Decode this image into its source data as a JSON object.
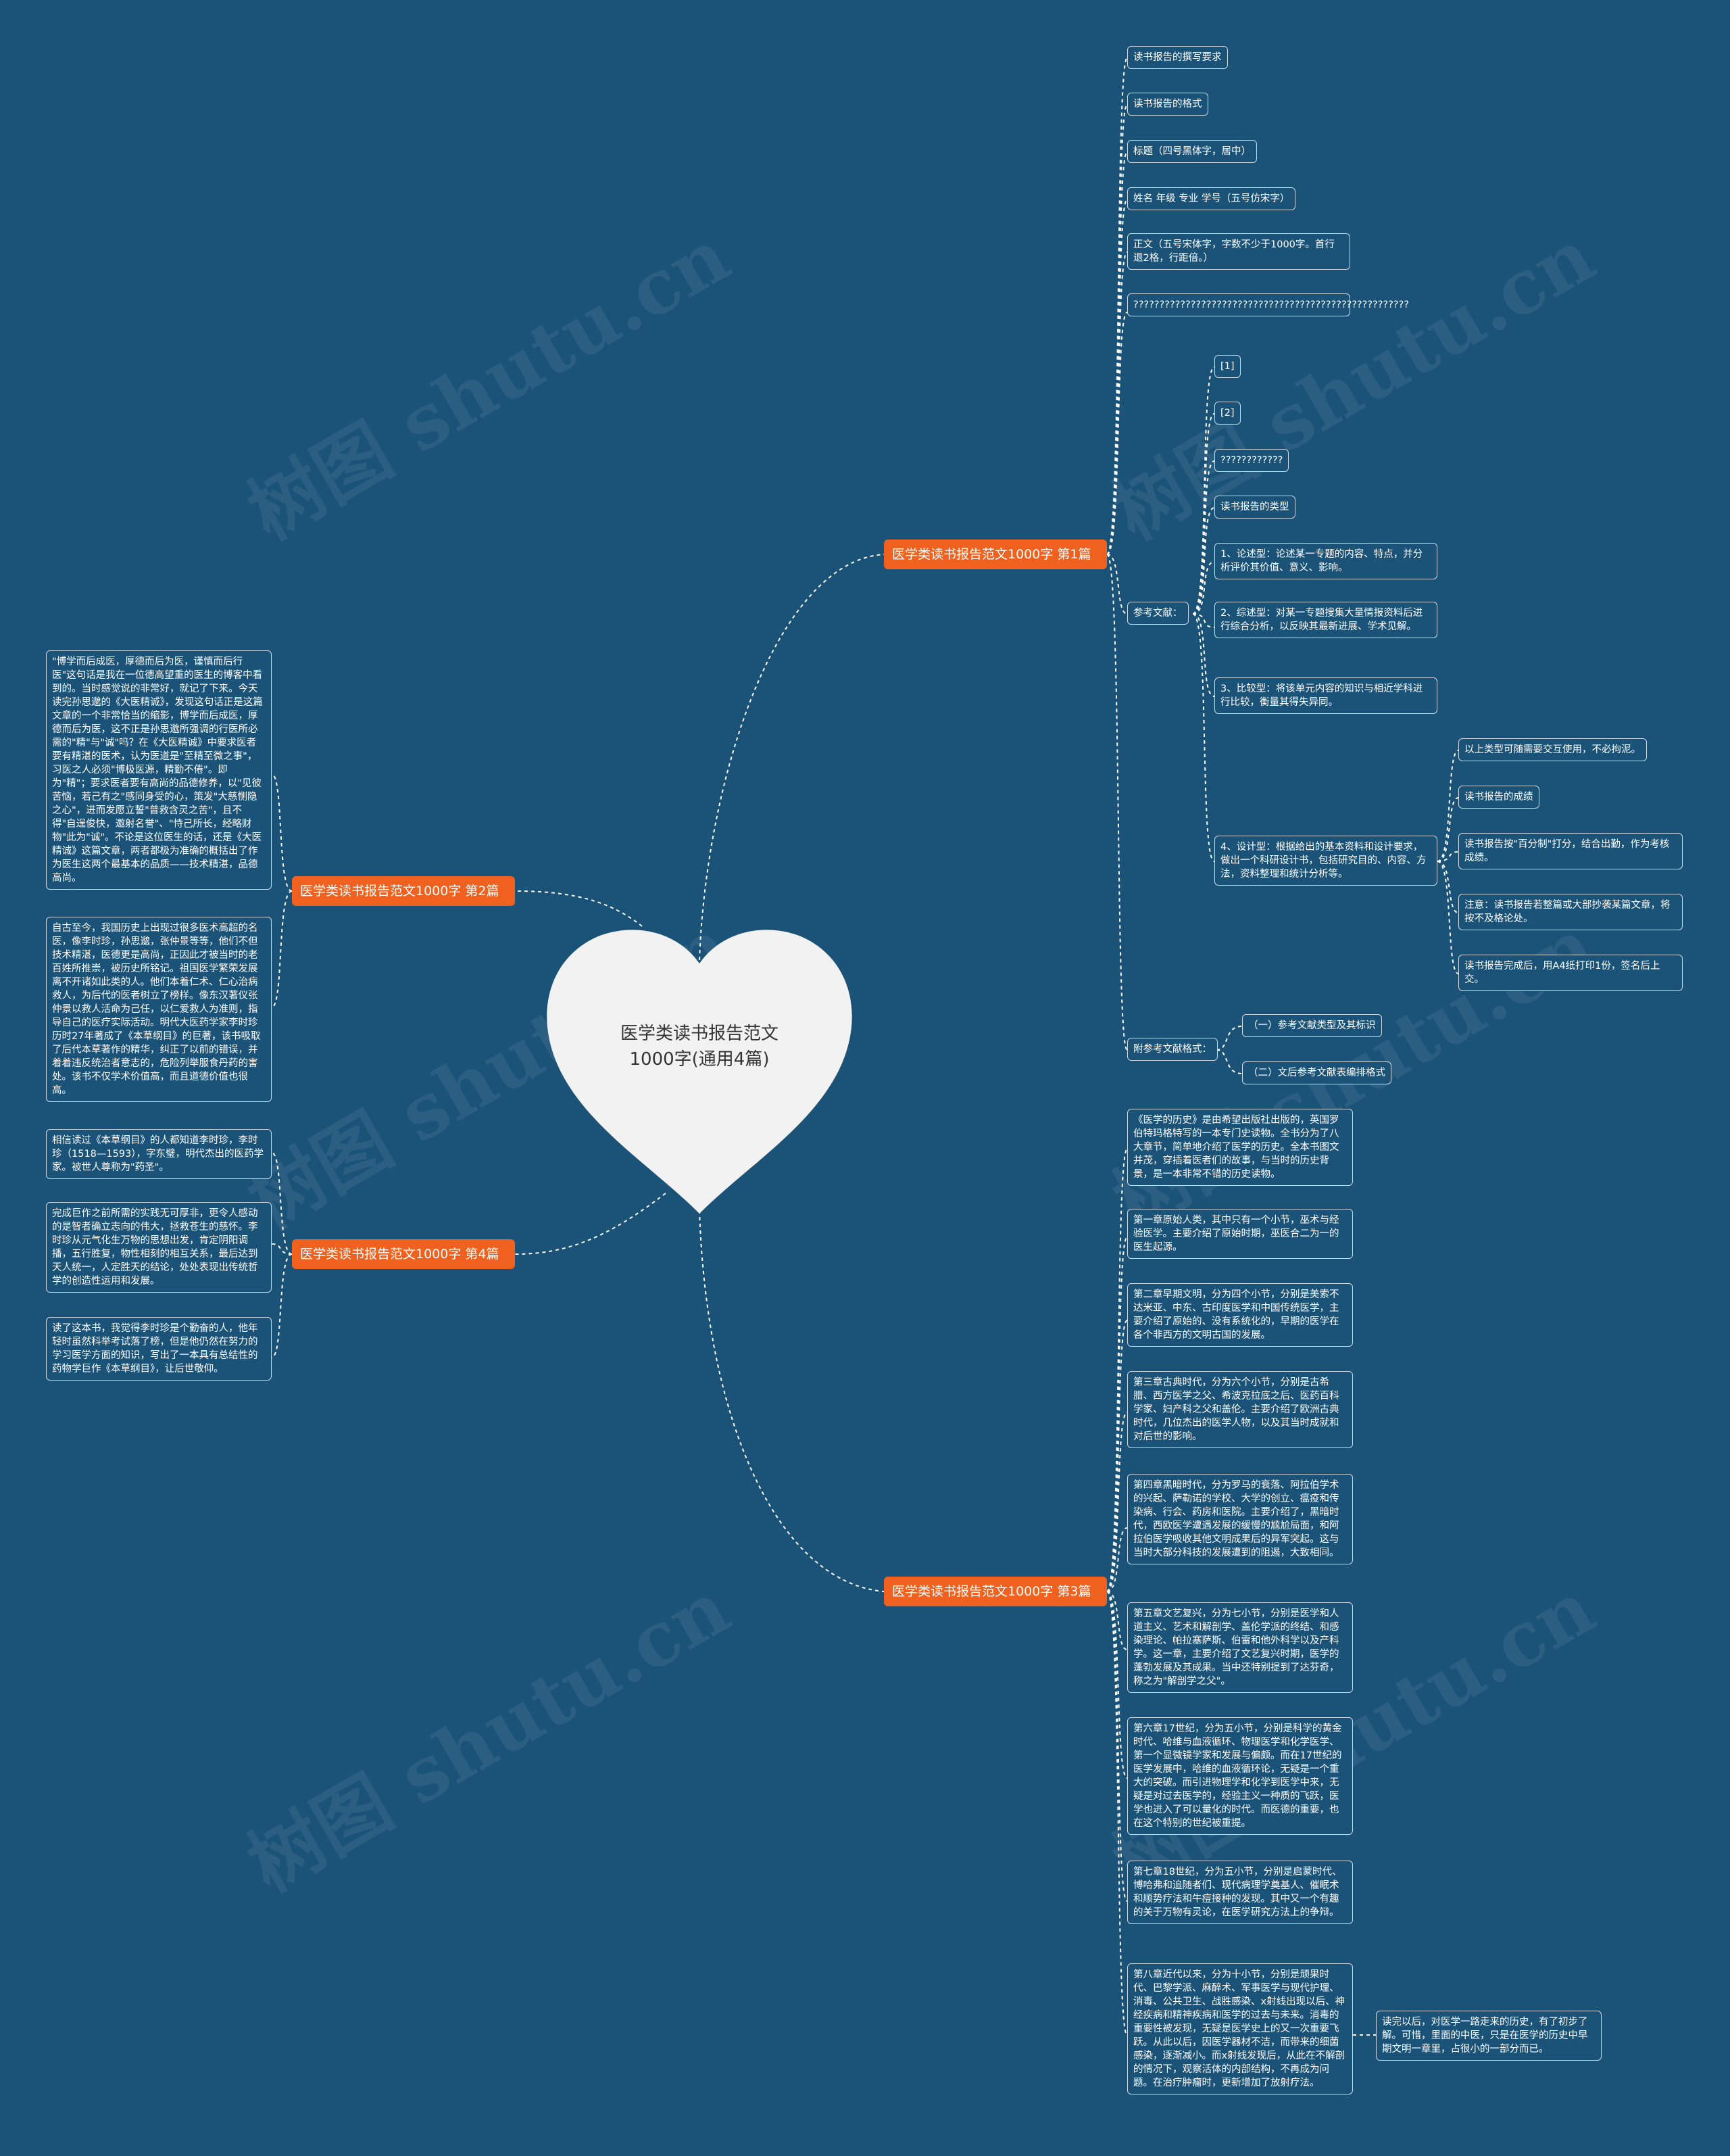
{
  "watermark": "树图 shutu.cn",
  "center": {
    "title": "医学类读书报告范文1000字(通用4篇)"
  },
  "branches": {
    "b1": "医学类读书报告范文1000字 第1篇",
    "b2": "医学类读书报告范文1000字 第2篇",
    "b3": "医学类读书报告范文1000字 第3篇",
    "b4": "医学类读书报告范文1000字 第4篇"
  },
  "b1": {
    "n1": "读书报告的撰写要求",
    "n2": "读书报告的格式",
    "n3": "标题（四号黑体字，居中）",
    "n4": "姓名 年级 专业 学号（五号仿宋字）",
    "n5": "正文（五号宋体字，字数不少于1000字。首行退2格，行距倍。）",
    "n6": "?????????????????????????????????????????????????????",
    "ref": "参考文献：",
    "ref_items": {
      "r1": "[1]",
      "r2": "[2]",
      "r3": "????????????",
      "r4": "读书报告的类型",
      "r5": "1、论述型：论述某一专题的内容、特点，并分析评价其价值、意义、影响。",
      "r6": "2、综述型：对某一专题搜集大量情报资料后进行综合分析，以反映其最新进展、学术见解。",
      "r7": "3、比较型：将该单元内容的知识与相近学科进行比较，衡量其得失异同。",
      "r8": "4、设计型：根据给出的基本资料和设计要求，做出一个科研设计书，包括研究目的、内容、方法，资料整理和统计分析等。"
    },
    "design_sub": {
      "d1": "以上类型可随需要交互使用，不必拘泥。",
      "d2": "读书报告的成绩",
      "d3": "读书报告按\"百分制\"打分，结合出勤，作为考核成绩。",
      "d4": "注意：读书报告若整篇或大部抄袭某篇文章，将按不及格论处。",
      "d5": "读书报告完成后，用A4纸打印1份，签名后上交。"
    },
    "fmt": "附参考文献格式：",
    "fmt_items": {
      "f1": "（一）参考文献类型及其标识",
      "f2": "（二）文后参考文献表编排格式"
    }
  },
  "b2": {
    "p1": "\"博学而后成医，厚德而后为医，谨慎而后行医\"这句话是我在一位德高望重的医生的博客中看到的。当时感觉说的非常好，就记了下来。今天读完孙思邈的《大医精诚》，发现这句话正是这篇文章的一个非常恰当的缩影，博学而后成医，厚德而后为医，这不正是孙思邈所强调的行医所必需的\"精\"与\"诚\"吗？在《大医精诚》中要求医者要有精湛的医术，认为医道是\"至精至微之事\"，习医之人必须\"博极医源，精勤不倦\"。即为\"精\"；要求医者要有高尚的品德修养，以\"见彼苦恼，若己有之\"感同身受的心，策发\"大慈恻隐之心\"，进而发愿立誓\"普救含灵之苦\"，且不得\"自逞俊快，邀射名誉\"、\"恃己所长，经略财物\"此为\"诚\"。不论是这位医生的话，还是《大医精诚》这篇文章，两者都极为准确的概括出了作为医生这两个最基本的品质——技术精湛，品德高尚。",
    "p2": "自古至今，我国历史上出现过很多医术高超的名医，像李时珍，孙思邈，张仲景等等，他们不但技术精湛，医德更是高尚，正因此才被当时的老百姓所推崇，被历史所铭记。祖国医学繁荣发展离不开诸如此类的人。他们本着仁术、仁心治病救人，为后代的医者树立了榜样。像东汉著仪张仲景以救人活命为己任，以仁爱救人为准则，指导自己的医疗实际活动。明代大医药学家李时珍历时27年著成了《本草纲目》的巨著，该书吸取了后代本草著作的精华，纠正了以前的错误，并着着违反统治者意志的，危险列举服食丹药的害处。该书不仅学术价值高，而且道德价值也很高。"
  },
  "b3": {
    "c1": "《医学的历史》是由希望出版社出版的，英国罗伯特玛格特写的一本专门史读物。全书分为了八大章节，简单地介绍了医学的历史。全本书图文并茂，穿插着医者们的故事，与当时的历史背景，是一本非常不错的历史读物。",
    "c2": "第一章原始人类，其中只有一个小节，巫术与经验医学。主要介绍了原始时期，巫医合二为一的医生起源。",
    "c3": "第二章早期文明，分为四个小节，分别是美索不达米亚、中东、古印度医学和中国传统医学，主要介绍了原始的、没有系统化的，早期的医学在各个非西方的文明古国的发展。",
    "c4": "第三章古典时代，分为六个小节，分别是古希腊、西方医学之父、希波克拉底之后、医药百科学家、妇产科之父和盖伦。主要介绍了欧洲古典时代，几位杰出的医学人物，以及其当时成就和对后世的影响。",
    "c5": "第四章黑暗时代，分为罗马的衰落、阿拉伯学术的兴起、萨勒诺的学校、大学的创立、瘟疫和传染病、行会、药房和医院。主要介绍了，黑暗时代，西欧医学遭遇发展的缓慢的尴尬局面，和阿拉伯医学吸收其他文明成果后的异军突起。这与当时大部分科技的发展遭到的阻遏，大致相同。",
    "c6": "第五章文艺复兴，分为七小节，分别是医学和人道主义、艺术和解剖学、盖伦学派的终结、和感染理论、帕拉塞萨斯、伯雷和他外科学以及产科学。这一章，主要介绍了文艺复兴时期，医学的蓬勃发展及其成果。当中还特别提到了达芬奇，称之为\"解剖学之父\"。",
    "c7": "第六章17世纪，分为五小节，分别是科学的黄金时代、哈维与血液循环、物理医学和化学医学、第一个显微镜学家和发展与偏颇。而在17世纪的医学发展中，哈维的血液循环论，无疑是一个重大的突破。而引进物理学和化学到医学中来，无疑是对过去医学的，经验主义一种质的飞跃，医学也进入了可以量化的时代。而医德的重要，也在这个特别的世纪被重提。",
    "c8": "第七章18世纪，分为五小节，分别是启蒙时代、博哈弗和追随者们、现代病理学奠基人、催眠术和顺势疗法和牛痘接种的发现。其中又一个有趣的关于万物有灵论，在医学研究方法上的争辩。",
    "c9": "第八章近代以来，分为十小节，分别是顽果时代、巴黎学派、麻醉术、军事医学与现代护理、消毒、公共卫生、战胜感染、x射线出现以后、神经疾病和精神疾病和医学的过去与未来。消毒的重要性被发现，无疑是医学史上的又一次重要飞跃。从此以后，因医学器材不洁，而带来的细菌感染，逐渐减小。而x射线发现后，从此在不解剖的情况下，观察活体的内部结构，不再成为问题。在治疗肿瘤时，更新增加了放射疗法。",
    "c10": "读完以后，对医学一路走来的历史，有了初步了解。可惜，里面的中医，只是在医学的历史中早期文明一章里，占很小的一部分而已。"
  },
  "b4": {
    "p1": "相信读过《本草纲目》的人都知道李时珍，李时珍（1518—1593），字东璧，明代杰出的医药学家。被世人尊称为\"药圣\"。",
    "p2": "完成巨作之前所需的实践无可厚非，更令人感动的是智者确立志向的伟大，拯救苍生的慈怀。李时珍从元气化生万物的思想出发，肯定阴阳调播，五行胜复，物性相刻的相互关系，最后达到天人统一，人定胜天的结论，处处表现出传统哲学的创造性运用和发展。",
    "p3": "读了这本书，我觉得李时珍是个勤奋的人，他年轻时虽然科举考试落了榜，但是他仍然在努力的学习医学方面的知识，写出了一本具有总结性的药物学巨作《本草纲目》，让后世敬仰。"
  }
}
